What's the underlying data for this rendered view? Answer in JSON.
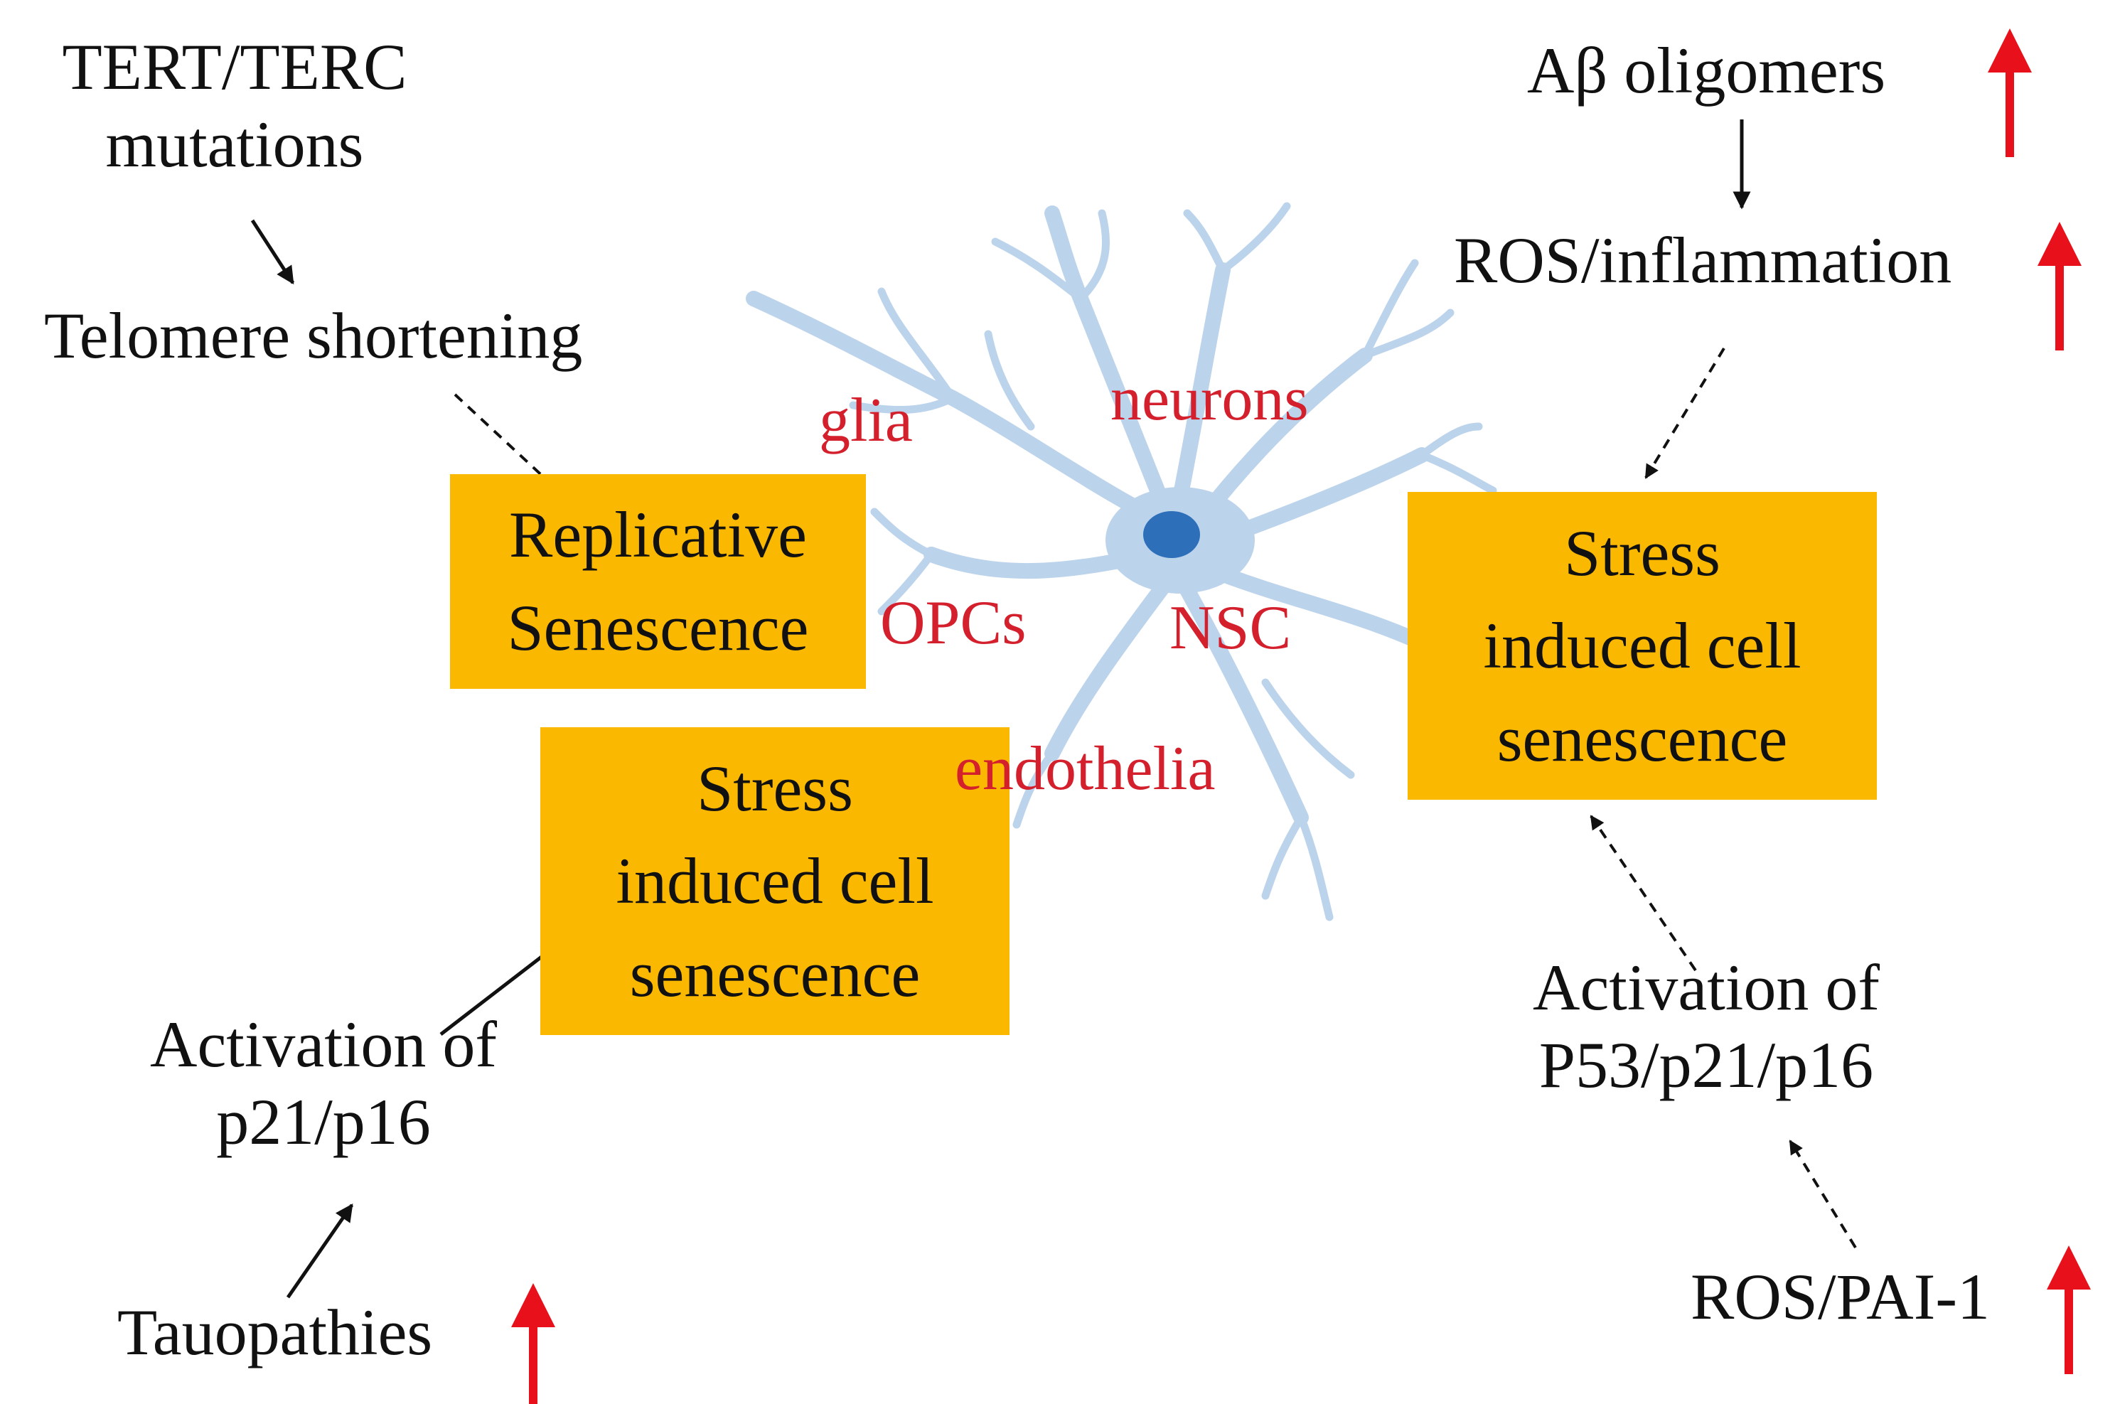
{
  "colors": {
    "box": "#fbb800",
    "cell_label": "#d3202c",
    "up_arrow": "#e8101a",
    "cell_body": "#bcd3ec",
    "nucleus": "#2d6fb8"
  },
  "top_left": {
    "line1": "TERT/TERC",
    "line2": "mutations",
    "telomere": "Telomere shortening"
  },
  "replicative_box": {
    "line1": "Replicative",
    "line2": "Senescence"
  },
  "stress_box_left": {
    "line1": "Stress",
    "line2": "induced cell",
    "line3": "senescence"
  },
  "stress_box_right": {
    "line1": "Stress",
    "line2": "induced cell",
    "line3": "senescence"
  },
  "bottom_left": {
    "activation_line1": "Activation of",
    "activation_line2": "p21/p16",
    "tauopathies": "Tauopathies",
    "tauopathies_arrow": "up-arrow-icon"
  },
  "top_right": {
    "abeta": "Aβ oligomers",
    "abeta_arrow": "up-arrow-icon",
    "ros_inflammation": "ROS/inflammation",
    "ros_arrow": "up-arrow-icon"
  },
  "bottom_right": {
    "activation_line1": "Activation of",
    "activation_line2": "P53/p21/p16",
    "ros_pai": "ROS/PAI-1",
    "ros_pai_arrow": "up-arrow-icon"
  },
  "cell_types": {
    "glia": "glia",
    "neurons": "neurons",
    "opcs": "OPCs",
    "nsc": "NSC",
    "endothelia": "endothelia"
  },
  "center_cell_icon": "neuron-cell-icon"
}
